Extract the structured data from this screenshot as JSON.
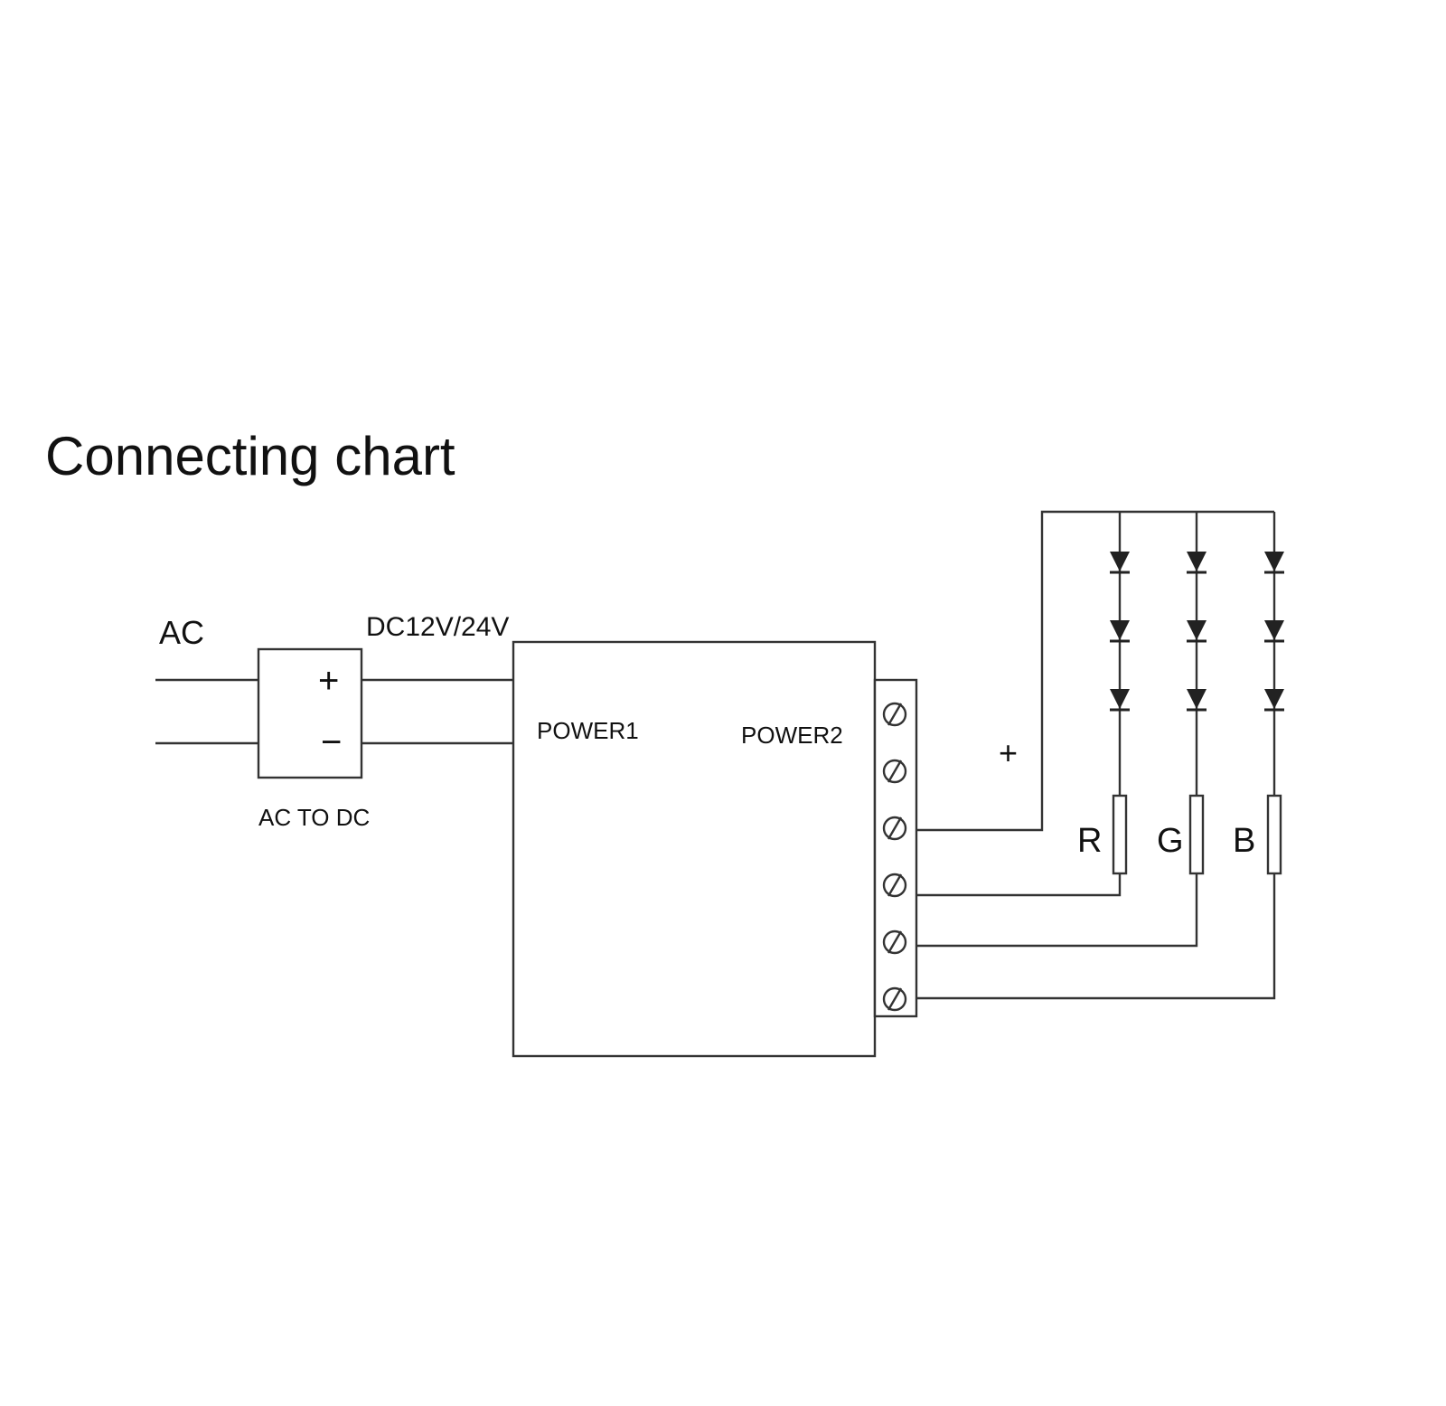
{
  "title": "Connecting chart",
  "labels": {
    "ac": "AC",
    "plus": "+",
    "minus": "−",
    "ac_to_dc": "AC TO DC",
    "dc_voltage": "DC12V/24V",
    "power1": "POWER1",
    "power2": "POWER2",
    "output_plus": "+",
    "channel_r": "R",
    "channel_g": "G",
    "channel_b": "B"
  },
  "components": {
    "power_supply": "ac-to-dc-converter",
    "controller": "controller-box",
    "terminal_block_screws": 6,
    "led_channels": [
      "R",
      "G",
      "B"
    ],
    "diodes_per_channel": 3
  },
  "colors": {
    "line": "#333333",
    "text": "#111111",
    "background": "#ffffff"
  }
}
